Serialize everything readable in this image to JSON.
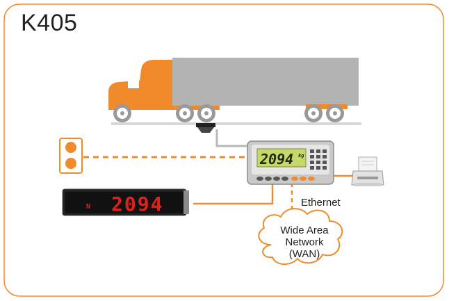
{
  "title": "K405",
  "colors": {
    "accent": "#f08a2a",
    "trailer": "#b3b3b3",
    "led_red": "#e0201c",
    "lcd_green": "#c7d86a"
  },
  "remote_display": {
    "reading": "2094",
    "indicator": "N"
  },
  "indicator": {
    "reading": "2094",
    "unit": "kg"
  },
  "labels": {
    "ethernet": "Ethernet",
    "wan": "Wide Area\nNetwork\n(WAN)"
  },
  "icons": [
    "truck-icon",
    "traffic-light-icon",
    "printer-icon",
    "cloud-icon",
    "load-cell-icon"
  ]
}
